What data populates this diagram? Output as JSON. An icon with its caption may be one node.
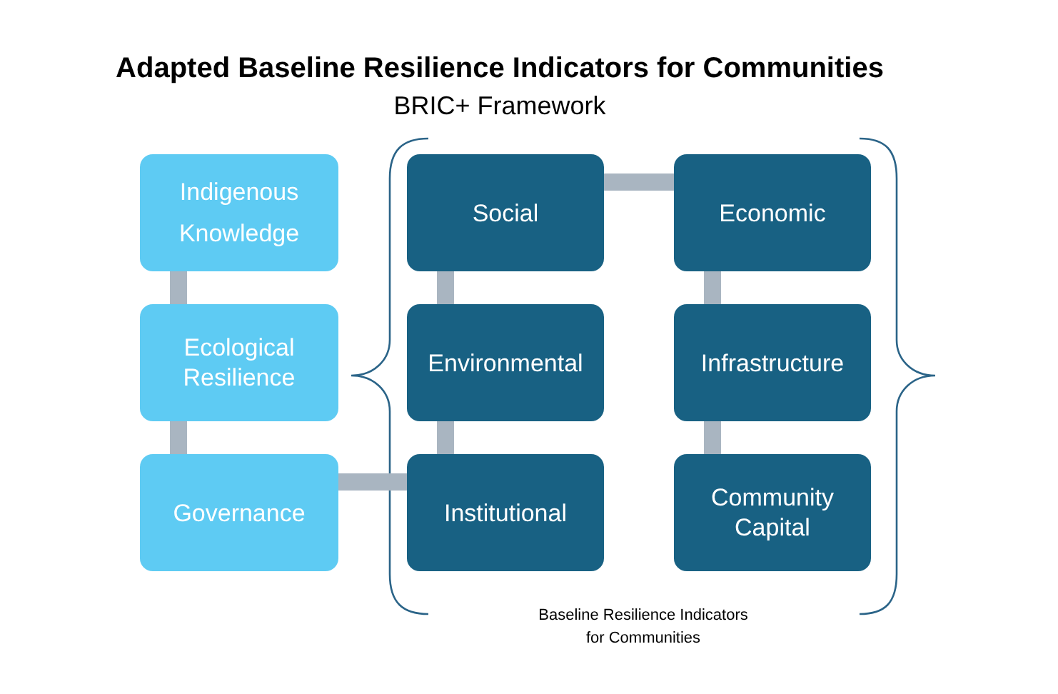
{
  "diagram": {
    "title": "Adapted Baseline Resilience Indicators for Communities",
    "nodes": [
      {
        "text": [
          "Indigenous Knowledge"
        ]
      },
      {
        "text": [
          "Ecological Resilience"
        ]
      },
      {
        "text": [
          "Governance"
        ]
      },
      {
        "text": [
          "Social"
        ]
      },
      {
        "text": [
          "Economic"
        ]
      },
      {
        "text": [
          "Environmental"
        ]
      },
      {
        "text": [
          "Infrastructure"
        ]
      },
      {
        "text": [
          "Institutional"
        ]
      },
      {
        "text": [
          "Community Capital"
        ]
      }
    ],
    "edges": [
      {
        "from": 0,
        "to": 1,
        "arrow": "none"
      },
      {
        "from": 1,
        "to": 2,
        "arrow": "none"
      },
      {
        "from": 2,
        "to": 7,
        "arrow": "none"
      },
      {
        "from": 3,
        "to": 4,
        "arrow": "none"
      },
      {
        "from": 3,
        "to": 5,
        "arrow": "none"
      },
      {
        "from": 5,
        "to": 7,
        "arrow": "none"
      },
      {
        "from": 4,
        "to": 6,
        "arrow": "none"
      },
      {
        "from": 6,
        "to": 8,
        "arrow": "none"
      }
    ],
    "labels": [
      "BRIC+ Framework",
      "Baseline Resilience Indicators for Communities"
    ]
  }
}
